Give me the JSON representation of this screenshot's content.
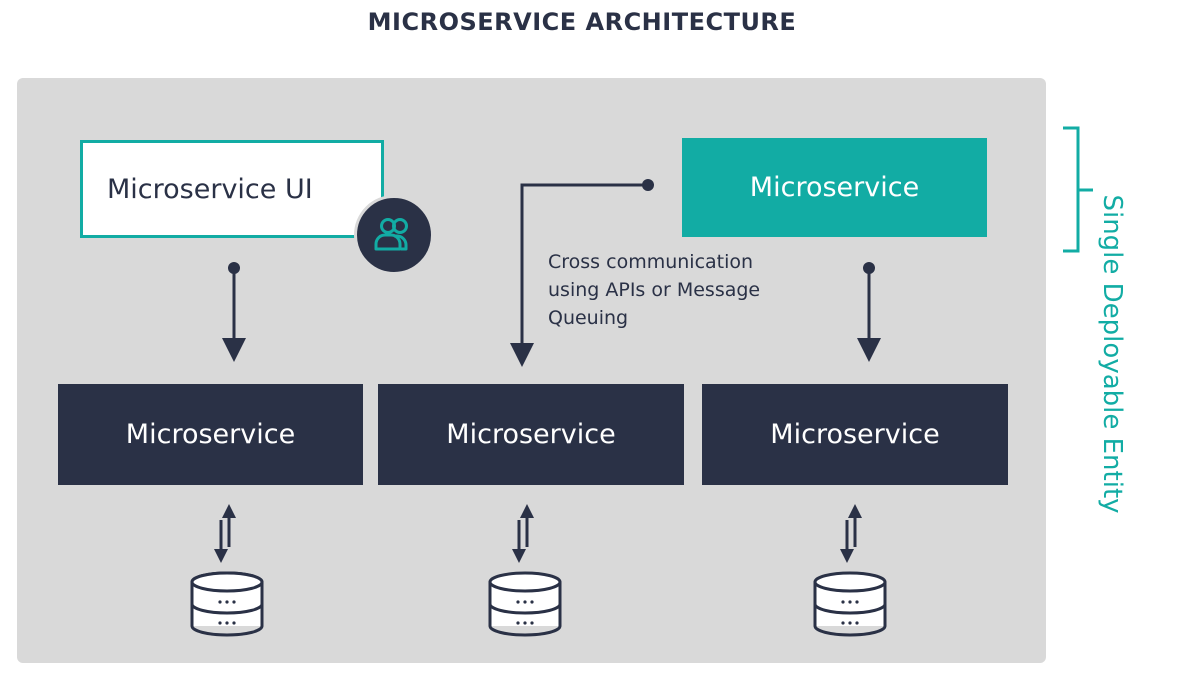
{
  "title": "MICROSERVICE ARCHITECTURE",
  "microservice_ui": {
    "label": "Microservice UI"
  },
  "top_service": {
    "label": "Microservice"
  },
  "bottom_services": [
    {
      "label": "Microservice"
    },
    {
      "label": "Microservice"
    },
    {
      "label": "Microservice"
    }
  ],
  "cross_communication": {
    "lines": [
      "Cross communication",
      "using APIs or Message",
      "Queuing"
    ]
  },
  "side_label": "Single Deployable Entity",
  "icons": {
    "user": "users-icon",
    "database": "database-icon",
    "arrow": "arrow-down-icon",
    "bidirectional": "bidirectional-arrow-icon",
    "bracket": "bracket-icon"
  },
  "colors": {
    "teal": "#12aca4",
    "dark": "#2a3146",
    "panel": "#d9d9d9",
    "white": "#ffffff"
  }
}
